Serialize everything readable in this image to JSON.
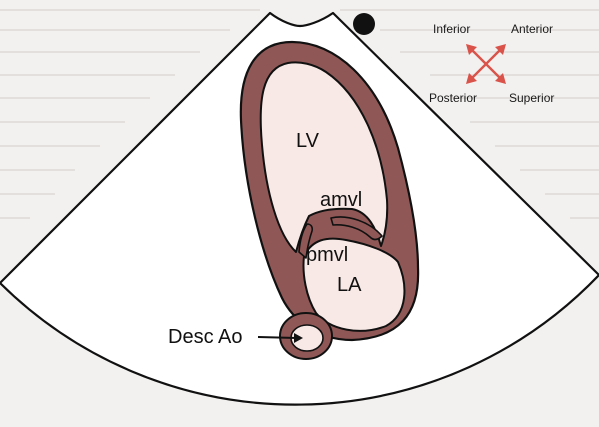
{
  "labels": {
    "lv": "LV",
    "amvl": "amvl",
    "pmvl": "pmvl",
    "la": "LA",
    "desc_ao": "Desc Ao"
  },
  "compass": {
    "inferior": "Inferior",
    "anterior": "Anterior",
    "posterior": "Posterior",
    "superior": "Superior"
  },
  "colors": {
    "myocardium": "#8f5856",
    "chamber": "#f8e9e6",
    "sector_fill": "#ffffff",
    "outline": "#111111",
    "compass_arrow": "#d9534a"
  },
  "icons": {
    "orientation_marker": "black-dot-icon",
    "compass": "four-way-arrow-icon"
  }
}
